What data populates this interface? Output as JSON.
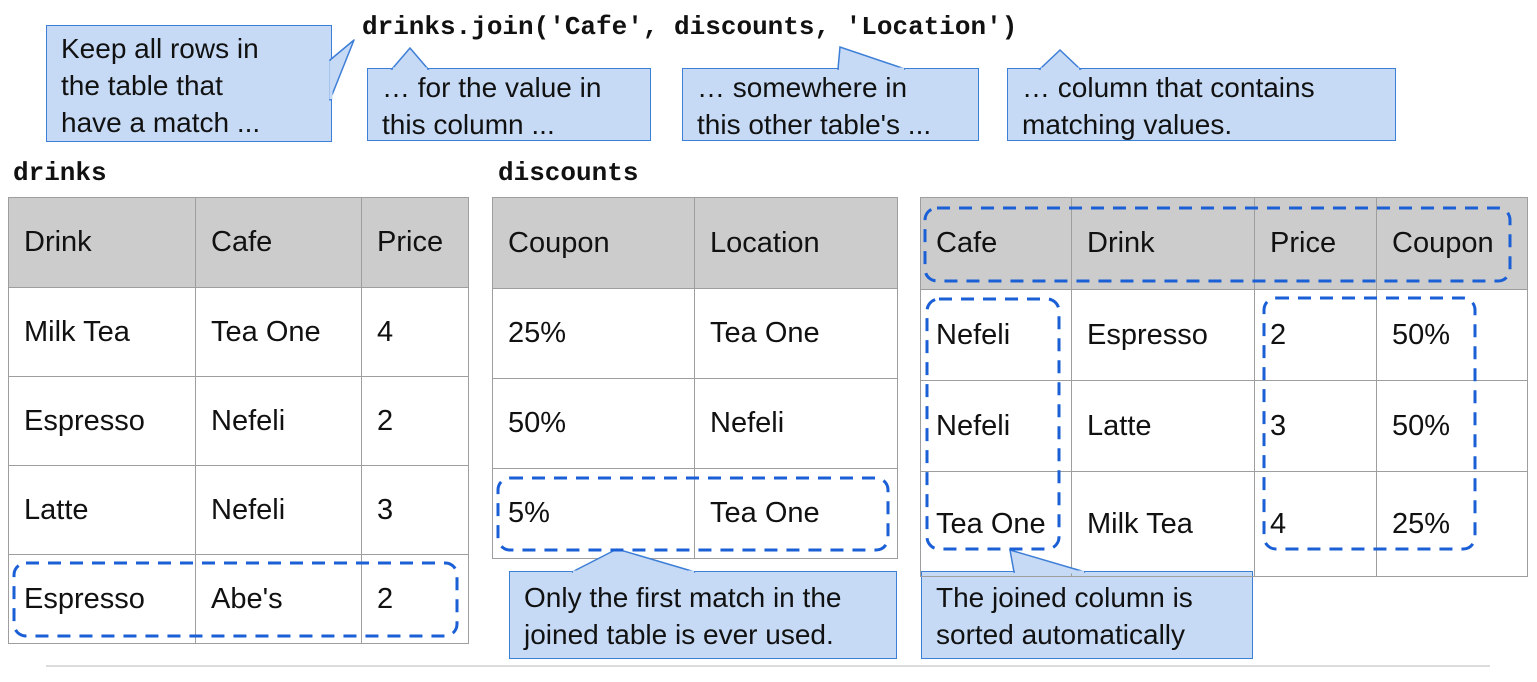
{
  "code": "drinks.join('Cafe', discounts, 'Location')",
  "callouts": {
    "keep_rows": "Keep all rows in\nthe table that\nhave a match ...",
    "for_value": "… for the value in\nthis column ...",
    "somewhere": "… somewhere in\nthis other table's ...",
    "column_contains": "… column that contains\nmatching values.",
    "first_match": "Only the first match in the\njoined table is ever used.",
    "sorted": "The joined column is\nsorted automatically"
  },
  "tables": {
    "drinks": {
      "title": "drinks",
      "headers": [
        "Drink",
        "Cafe",
        "Price"
      ],
      "rows": [
        [
          "Milk Tea",
          "Tea One",
          "4"
        ],
        [
          "Espresso",
          "Nefeli",
          "2"
        ],
        [
          "Latte",
          "Nefeli",
          "3"
        ],
        [
          "Espresso",
          "Abe's",
          "2"
        ]
      ]
    },
    "discounts": {
      "title": "discounts",
      "headers": [
        "Coupon",
        "Location"
      ],
      "rows": [
        [
          "25%",
          "Tea One"
        ],
        [
          "50%",
          "Nefeli"
        ],
        [
          "5%",
          "Tea One"
        ]
      ]
    },
    "joined": {
      "headers": [
        "Cafe",
        "Drink",
        "Price",
        "Coupon"
      ],
      "rows": [
        [
          "Nefeli",
          "Espresso",
          "2",
          "50%"
        ],
        [
          "Nefeli",
          "Latte",
          "3",
          "50%"
        ],
        [
          "Tea One",
          "Milk Tea",
          "4",
          "25%"
        ]
      ]
    }
  },
  "colors": {
    "callout_fill": "#c6daf5",
    "callout_border": "#3d7ed6",
    "highlight_dash": "#1a5fd6",
    "header_fill": "#cccccc",
    "grid_line": "#9e9e9e"
  }
}
